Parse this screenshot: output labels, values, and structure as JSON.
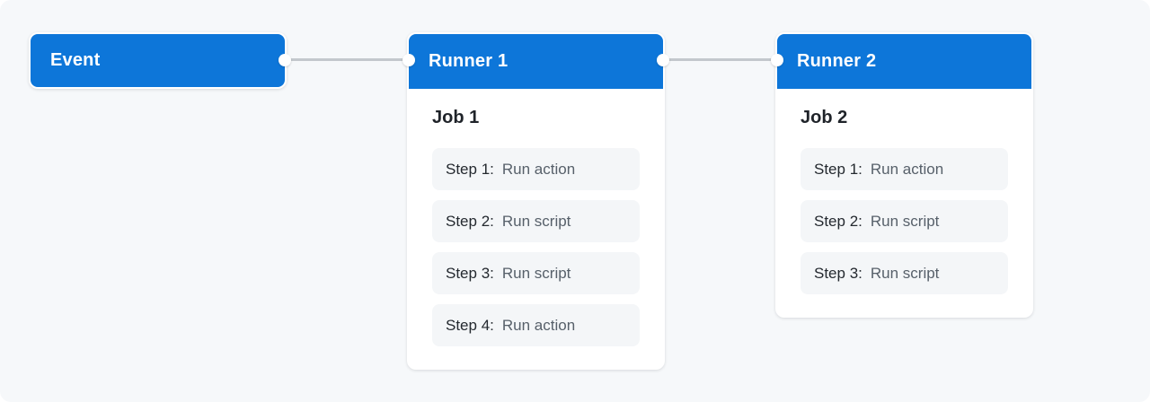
{
  "diagram": {
    "background": "#f6f8fa",
    "accent_blue": "#0d76d9",
    "connector_line_color": "#c3c8cd",
    "connector_dot_color": "#ffffff",
    "step_background": "#f4f6f8",
    "node_title_color": "#ffffff",
    "job_title_color": "#1f2329",
    "step_label_color": "#24292f",
    "step_action_color": "#57606a"
  },
  "event": {
    "label": "Event"
  },
  "runner1": {
    "title": "Runner 1",
    "job": {
      "title": "Job 1",
      "steps": [
        {
          "label": "Step 1:",
          "action": "Run action"
        },
        {
          "label": "Step 2:",
          "action": "Run script"
        },
        {
          "label": "Step 3:",
          "action": "Run script"
        },
        {
          "label": "Step 4:",
          "action": "Run action"
        }
      ]
    }
  },
  "runner2": {
    "title": "Runner 2",
    "job": {
      "title": "Job 2",
      "steps": [
        {
          "label": "Step 1:",
          "action": "Run action"
        },
        {
          "label": "Step 2:",
          "action": "Run script"
        },
        {
          "label": "Step 3:",
          "action": "Run script"
        }
      ]
    }
  }
}
